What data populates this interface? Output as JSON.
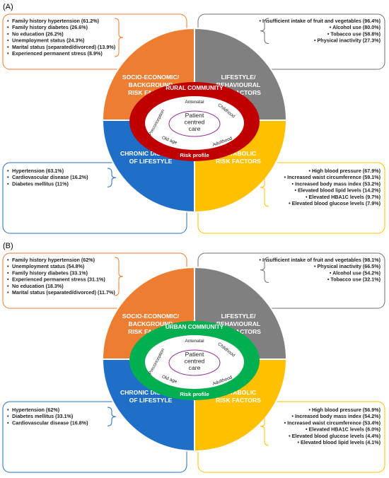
{
  "panels": [
    {
      "label": "(A)",
      "community": "RURAL COMMUNITY",
      "risk_profile": "Risk profile",
      "center": [
        "Patient",
        "centred",
        "care"
      ],
      "life_stages": [
        "Antenatal",
        "Childhood",
        "Adulthood",
        "Old age",
        "Preconception"
      ],
      "ring_color": "#c00000",
      "quadrants": {
        "tl": {
          "title": [
            "SOCIO-ECONOMIC/",
            "BACKGROUND",
            "RISK FACTORS"
          ],
          "color": "#ed7d31",
          "items": [
            "Family history hypertension (61.2%)",
            "Family  history diabetes (26.6%)",
            "No education (26.2%)",
            "Unemployment status (24.3%)",
            "Marital status (separated/divorced) (13.9%)",
            "Experienced permanent stress (8.9%)"
          ]
        },
        "tr": {
          "title": [
            "LIFESTYLE/",
            "BEHAVIOURAL",
            "RISK FACTORS"
          ],
          "color": "#808080",
          "items": [
            "Insufficient intake of fruit and vegetables (96.4%)",
            "Alcohol use (80.0%)",
            "Tobacco use (58.8%)",
            "Physical inactivity (27.3%)"
          ]
        },
        "bl": {
          "title": [
            "CHRONIC DISEASES",
            "OF LIFESTYLE"
          ],
          "color": "#1f6fc8",
          "items": [
            "Hypertension (63.1%)",
            "Cardiovascular disease (16.2%)",
            "Diabetes mellitus (11%)"
          ]
        },
        "br": {
          "title": [
            "METABOLIC",
            "RISK FACTORS"
          ],
          "color": "#ffc000",
          "items": [
            "High blood pressure (67.9%)",
            "Increased waist circumference (59.1%)",
            "Increased body mass index (53.2%)",
            "Elevated blood lipid levels (14.2%)",
            "Elevated HBA1C levels (9.7%)",
            "Elevated blood glucose levels (7.9%)"
          ]
        }
      }
    },
    {
      "label": "(B)",
      "community": "URBAN COMMUNITY",
      "risk_profile": "Risk profile",
      "center": [
        "Patient",
        "centred",
        "care"
      ],
      "life_stages": [
        "Antenatal",
        "Childhood",
        "Adulthood",
        "Old age",
        "Preconception"
      ],
      "ring_color": "#00b050",
      "quadrants": {
        "tl": {
          "title": [
            "SOCIO-ECONOMIC/",
            "BACKGROUND",
            "RISK FACTORS"
          ],
          "color": "#ed7d31",
          "items": [
            "Family history hypertension (62%)",
            "Unemployment status (54.8%)",
            "Family  history diabetes (33.1%)",
            "Experienced permanent stress (31.1%)",
            "No education (18.3%)",
            "Marital status (separated/divorced) (11.7%)"
          ]
        },
        "tr": {
          "title": [
            "LIFESTYLE/",
            "BEHAVIOURAL",
            "RISK FACTORS"
          ],
          "color": "#808080",
          "items": [
            "Insufficient intake of fruit and vegetables (98.1%)",
            "Physical inactivity (66.5%)",
            "Alcohol use (54.2%)",
            "Tobacco use (32.1%)"
          ]
        },
        "bl": {
          "title": [
            "CHRONIC DISEASES",
            "OF LIFESTYLE"
          ],
          "color": "#1f6fc8",
          "items": [
            "Hypertension (62%)",
            "Diabetes mellitus (33.1%)",
            "Cardiovascular disease (16.8%)"
          ]
        },
        "br": {
          "title": [
            "METABOLIC",
            "RISK FACTORS"
          ],
          "color": "#ffc000",
          "items": [
            "High blood pressure (56.9%)",
            "Increased body mass index (54.2%)",
            "Increased waist circumference (53.4%)",
            "Elevated HBA1C levels (6.0%)",
            "Elevated blood glucose levels (4.4%)",
            "Elevated blood lipid levels (4.1%)"
          ]
        }
      }
    }
  ]
}
